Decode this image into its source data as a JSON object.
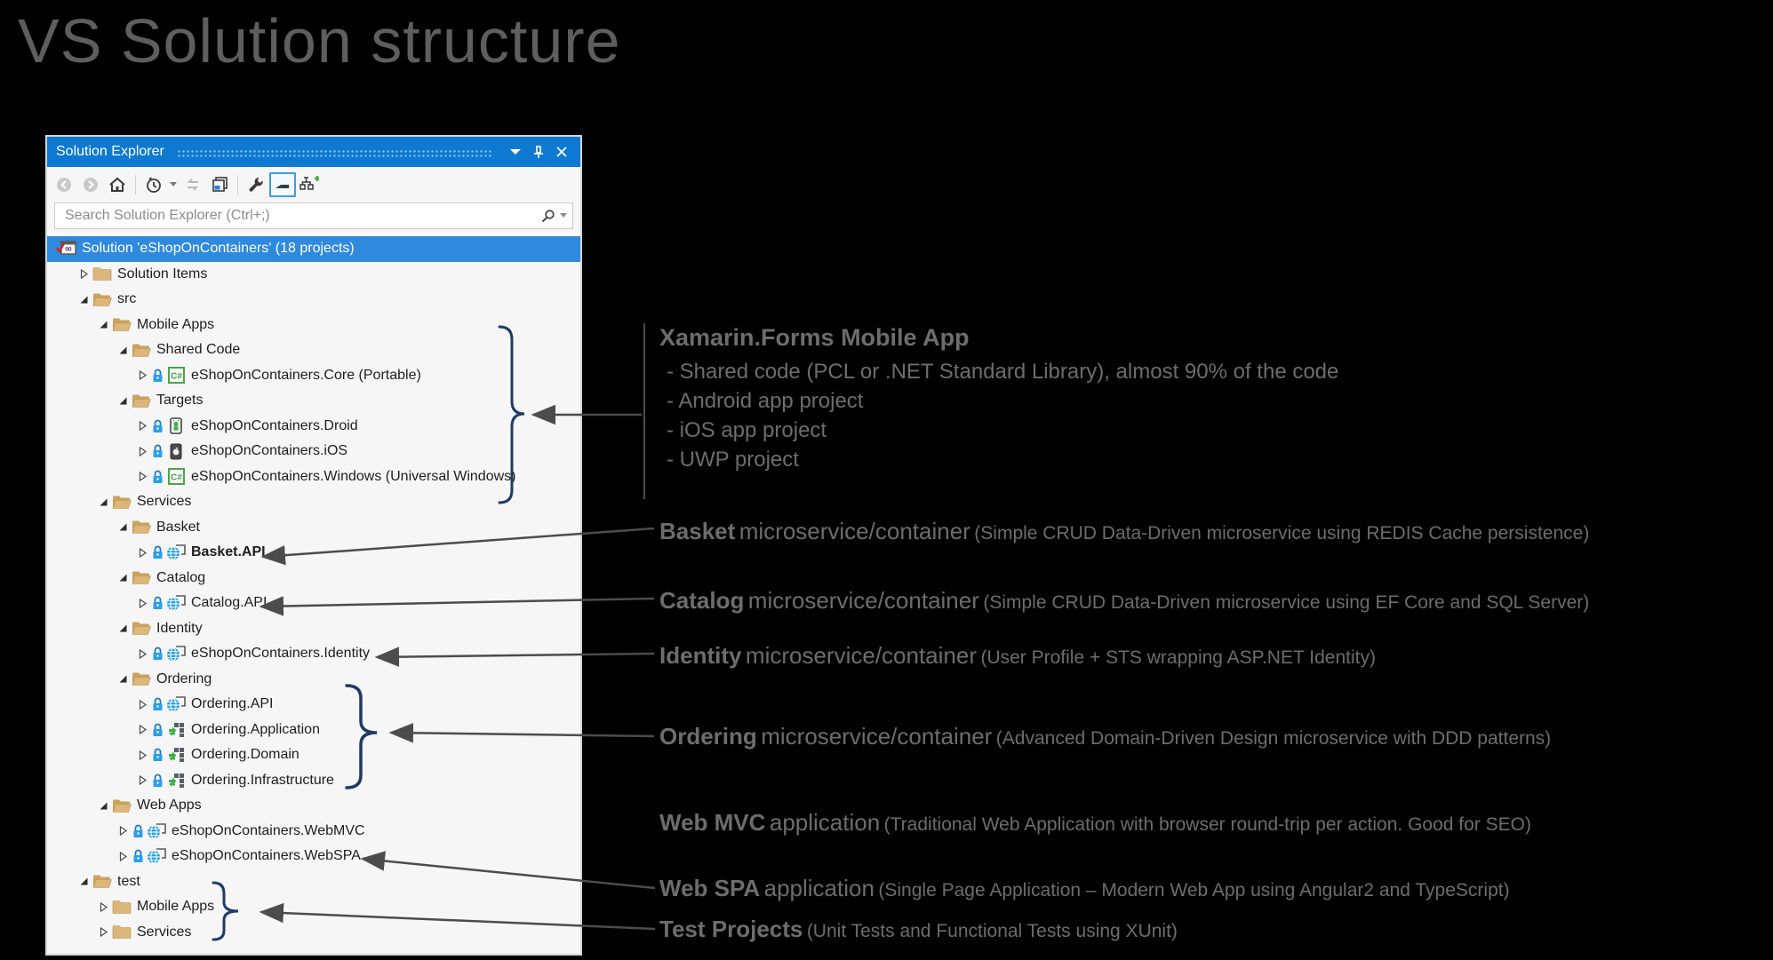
{
  "page_title": "VS Solution structure",
  "panel": {
    "title": "Solution Explorer",
    "titlebar_icons": [
      "chevron-down-icon",
      "pin-icon",
      "close-icon"
    ],
    "toolbar_icons": [
      "back-icon",
      "forward-icon",
      "home-icon",
      "pending-changes-icon",
      "caret-down-icon",
      "sync-icon",
      "collapse-all-icon",
      "properties-wrench-icon",
      "preview-selected-items-icon",
      "show-all-files-icon"
    ],
    "search": {
      "placeholder": "Search Solution Explorer (Ctrl+;)",
      "icons": [
        "search-icon",
        "caret-down-icon"
      ]
    },
    "tree": [
      {
        "label": "Solution 'eShopOnContainers' (18 projects)",
        "level": 0,
        "icon": "solution",
        "state": "none",
        "selected": true
      },
      {
        "label": "Solution Items",
        "level": 1,
        "icon": "folder-closed",
        "state": "collapsed"
      },
      {
        "label": "src",
        "level": 1,
        "icon": "folder-open",
        "state": "expanded"
      },
      {
        "label": "Mobile Apps",
        "level": 2,
        "icon": "folder-open",
        "state": "expanded"
      },
      {
        "label": "Shared Code",
        "level": 3,
        "icon": "folder-open",
        "state": "expanded"
      },
      {
        "label": "eShopOnContainers.Core (Portable)",
        "level": 4,
        "icon": "csharp",
        "state": "collapsed",
        "lock": true
      },
      {
        "label": "Targets",
        "level": 3,
        "icon": "folder-open",
        "state": "expanded"
      },
      {
        "label": "eShopOnContainers.Droid",
        "level": 4,
        "icon": "droid",
        "state": "collapsed",
        "lock": true
      },
      {
        "label": "eShopOnContainers.iOS",
        "level": 4,
        "icon": "ios",
        "state": "collapsed",
        "lock": true
      },
      {
        "label": "eShopOnContainers.Windows (Universal Windows)",
        "level": 4,
        "icon": "csharp",
        "state": "collapsed",
        "lock": true
      },
      {
        "label": "Services",
        "level": 2,
        "icon": "folder-open",
        "state": "expanded"
      },
      {
        "label": "Basket",
        "level": 3,
        "icon": "folder-open",
        "state": "expanded"
      },
      {
        "label": "Basket.API",
        "level": 4,
        "icon": "web",
        "state": "collapsed",
        "lock": true,
        "bold": true
      },
      {
        "label": "Catalog",
        "level": 3,
        "icon": "folder-open",
        "state": "expanded"
      },
      {
        "label": "Catalog.API",
        "level": 4,
        "icon": "web",
        "state": "collapsed",
        "lock": true
      },
      {
        "label": "Identity",
        "level": 3,
        "icon": "folder-open",
        "state": "expanded"
      },
      {
        "label": "eShopOnContainers.Identity",
        "level": 4,
        "icon": "web",
        "state": "collapsed",
        "lock": true
      },
      {
        "label": "Ordering",
        "level": 3,
        "icon": "folder-open",
        "state": "expanded"
      },
      {
        "label": "Ordering.API",
        "level": 4,
        "icon": "web",
        "state": "collapsed",
        "lock": true
      },
      {
        "label": "Ordering.Application",
        "level": 4,
        "icon": "lib",
        "state": "collapsed",
        "lock": true
      },
      {
        "label": "Ordering.Domain",
        "level": 4,
        "icon": "lib",
        "state": "collapsed",
        "lock": true
      },
      {
        "label": "Ordering.Infrastructure",
        "level": 4,
        "icon": "lib",
        "state": "collapsed",
        "lock": true
      },
      {
        "label": "Web Apps",
        "level": 2,
        "icon": "folder-open",
        "state": "expanded"
      },
      {
        "label": "eShopOnContainers.WebMVC",
        "level": 3,
        "icon": "web",
        "state": "collapsed",
        "lock": true
      },
      {
        "label": "eShopOnContainers.WebSPA",
        "level": 3,
        "icon": "web",
        "state": "collapsed",
        "lock": true
      },
      {
        "label": "test",
        "level": 1,
        "icon": "folder-open",
        "state": "expanded"
      },
      {
        "label": "Mobile Apps",
        "level": 2,
        "icon": "folder-closed",
        "state": "collapsed"
      },
      {
        "label": "Services",
        "level": 2,
        "icon": "folder-closed",
        "state": "collapsed"
      }
    ]
  },
  "annotations": [
    {
      "id": "xamarin",
      "title": "Xamarin.Forms Mobile App",
      "bullets": [
        "- Shared code (PCL or .NET Standard Library), almost 90% of the code",
        "- Android app project",
        "- iOS app project",
        "- UWP project"
      ]
    },
    {
      "id": "basket",
      "strong": "Basket",
      "mid": "microservice/container",
      "detail": "(Simple CRUD Data-Driven microservice using REDIS Cache persistence)"
    },
    {
      "id": "catalog",
      "strong": "Catalog",
      "mid": "microservice/container",
      "detail": "(Simple CRUD Data-Driven microservice using EF Core and SQL Server)"
    },
    {
      "id": "identity",
      "strong": "Identity",
      "mid": "microservice/container",
      "detail": "(User Profile + STS wrapping ASP.NET Identity)"
    },
    {
      "id": "ordering",
      "strong": "Ordering",
      "mid": "microservice/container",
      "detail": "(Advanced Domain-Driven Design microservice with DDD patterns)"
    },
    {
      "id": "webmvc",
      "strong": "Web MVC",
      "mid": "application",
      "detail": "(Traditional Web Application with browser round-trip per action. Good for SEO)"
    },
    {
      "id": "webspa",
      "strong": "Web SPA",
      "mid": "application",
      "detail": "(Single Page Application – Modern Web App using Angular2 and TypeScript)"
    },
    {
      "id": "test",
      "strong": "Test Projects",
      "mid": "",
      "detail": "(Unit Tests and Functional Tests using XUnit)"
    }
  ],
  "colors": {
    "background": "#000000",
    "titlebar_blue": "#0d79d1",
    "selection_blue": "#2f89dd",
    "panel_bg": "#f6f6f6",
    "folder_tan": "#dcb67a",
    "annotation_gray": "#6d6d6d",
    "arrow_gray": "#4c4c4c",
    "brace_navy": "#1e3a68"
  }
}
